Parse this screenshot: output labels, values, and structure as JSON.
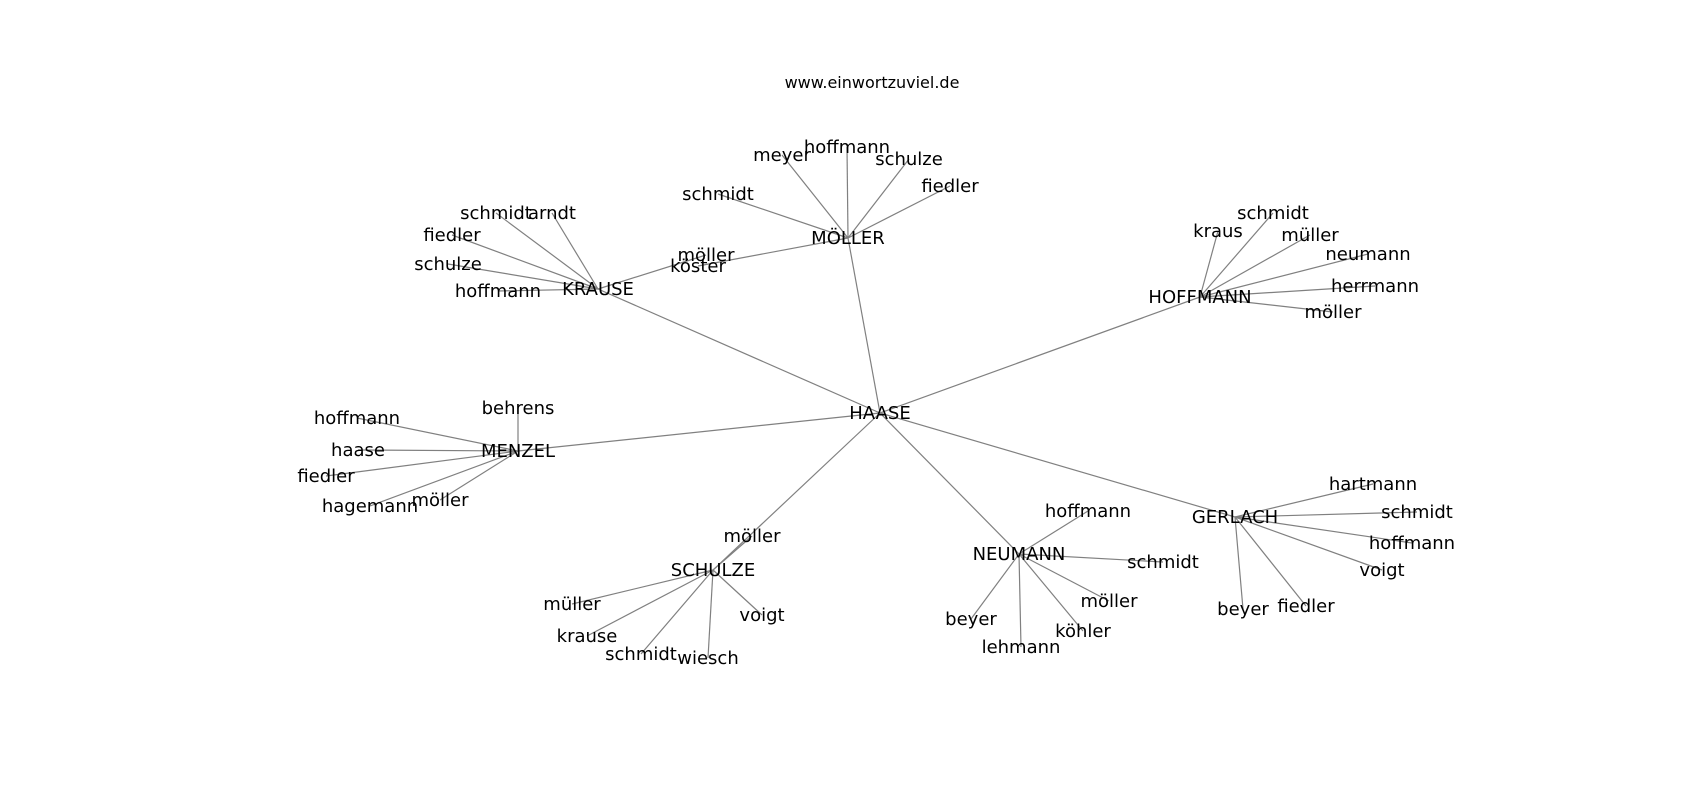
{
  "title": "www.einwortzuviel.de",
  "colors": {
    "edge": "#808080",
    "text": "#000000",
    "background": "#ffffff"
  },
  "center": "HAASE",
  "clusters": [
    {
      "name": "MÖLLER",
      "children": [
        "köster",
        "schmidt",
        "meyer",
        "hoffmann",
        "schulze",
        "fiedler"
      ]
    },
    {
      "name": "KRAUSE",
      "children": [
        "möller",
        "schmidt",
        "arndt",
        "fiedler",
        "schulze",
        "hoffmann"
      ]
    },
    {
      "name": "HOFFMANN",
      "children": [
        "kraus",
        "schmidt",
        "müller",
        "neumann",
        "herrmann",
        "möller"
      ]
    },
    {
      "name": "MENZEL",
      "children": [
        "behrens",
        "hoffmann",
        "haase",
        "fiedler",
        "hagemann",
        "möller"
      ]
    },
    {
      "name": "SCHULZE",
      "children": [
        "möller",
        "müller",
        "krause",
        "schmidt",
        "wiesch",
        "voigt"
      ]
    },
    {
      "name": "NEUMANN",
      "children": [
        "hoffmann",
        "schmidt",
        "möller",
        "köhler",
        "lehmann",
        "beyer"
      ]
    },
    {
      "name": "GERLACH",
      "children": [
        "hartmann",
        "schmidt",
        "hoffmann",
        "voigt",
        "fiedler",
        "beyer"
      ]
    }
  ]
}
